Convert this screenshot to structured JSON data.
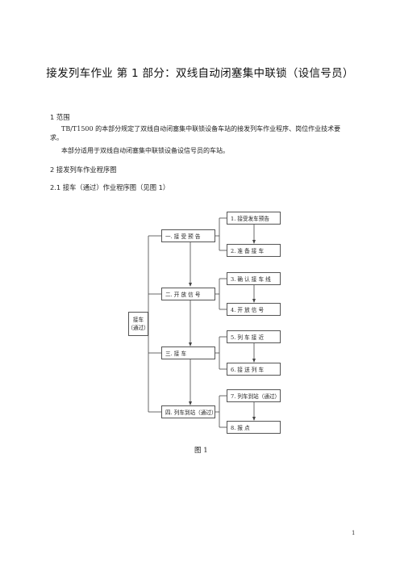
{
  "title": "接发列车作业  第 1 部分：双线自动闭塞集中联锁（设信号员）",
  "section1": {
    "heading": "1    范围",
    "para1_line1": "TB/T1500 的本部分规定了双线自动闭塞集中联锁设备车站的接发列车作业程序、岗位作业技术要",
    "para1_line2": "求。",
    "para2": "本部分适用于双线自动闭塞集中联锁设备设信号员的车站。"
  },
  "section2": {
    "heading": "2    接发列车作业程序图",
    "sub_heading": "2.1    接车（通过）作业程序图（见图 1）"
  },
  "flowchart": {
    "root_line1": "接车",
    "root_line2": "（通过）",
    "stages": [
      "一. 接  受  预  告",
      "二. 开  放  信  号",
      "三. 接             车",
      "四. 列车到站（通过）"
    ],
    "steps": [
      "1. 接受发车预告",
      "2. 准   备   接   车",
      "3. 确 认 接 车 线",
      "4. 开   放   信   号",
      "5. 列   车   接   近",
      "6. 接   送   列   车",
      "7. 列车到站（通过）",
      "8. 报                点"
    ]
  },
  "figure_caption": "图    1",
  "page_number": "1"
}
